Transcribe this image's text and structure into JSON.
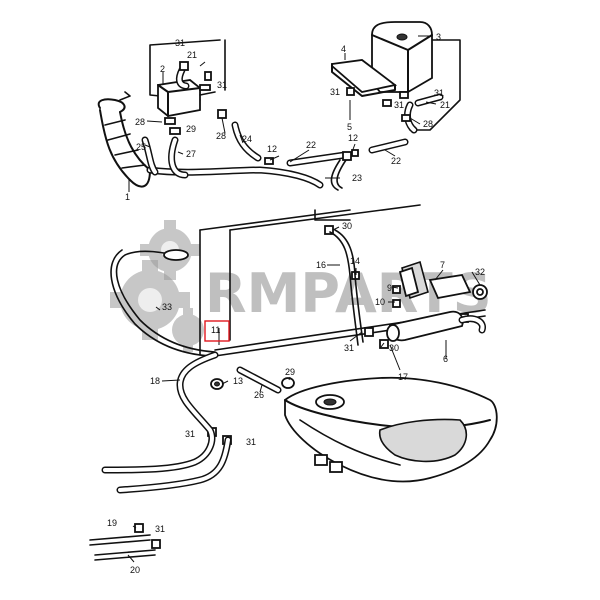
{
  "watermark": "RMPARTS",
  "highlight_color": "#e0181e",
  "labels": {
    "l1": "1",
    "l2": "2",
    "l3": "3",
    "l4": "4",
    "l5": "5",
    "l6": "6",
    "l7": "7",
    "l9": "9",
    "l10": "10",
    "l11": "11",
    "l12a": "12",
    "l12b": "12",
    "l13": "13",
    "l14": "14",
    "l16": "16",
    "l17": "17",
    "l18": "18",
    "l19": "19",
    "l20": "20",
    "l21a": "21",
    "l21b": "21",
    "l22a": "22",
    "l22b": "22",
    "l23": "23",
    "l24": "24",
    "l25": "25",
    "l26": "26",
    "l27": "27",
    "l28a": "28",
    "l28b": "28",
    "l28c": "28",
    "l29a": "29",
    "l29b": "29",
    "l30a": "30",
    "l30b": "30",
    "l31a": "31",
    "l31b": "31",
    "l31c": "31",
    "l31d": "31",
    "l31e": "31",
    "l31f": "31",
    "l31g": "31",
    "l31h": "31",
    "l31i": "31",
    "l32": "32",
    "l33": "33"
  }
}
